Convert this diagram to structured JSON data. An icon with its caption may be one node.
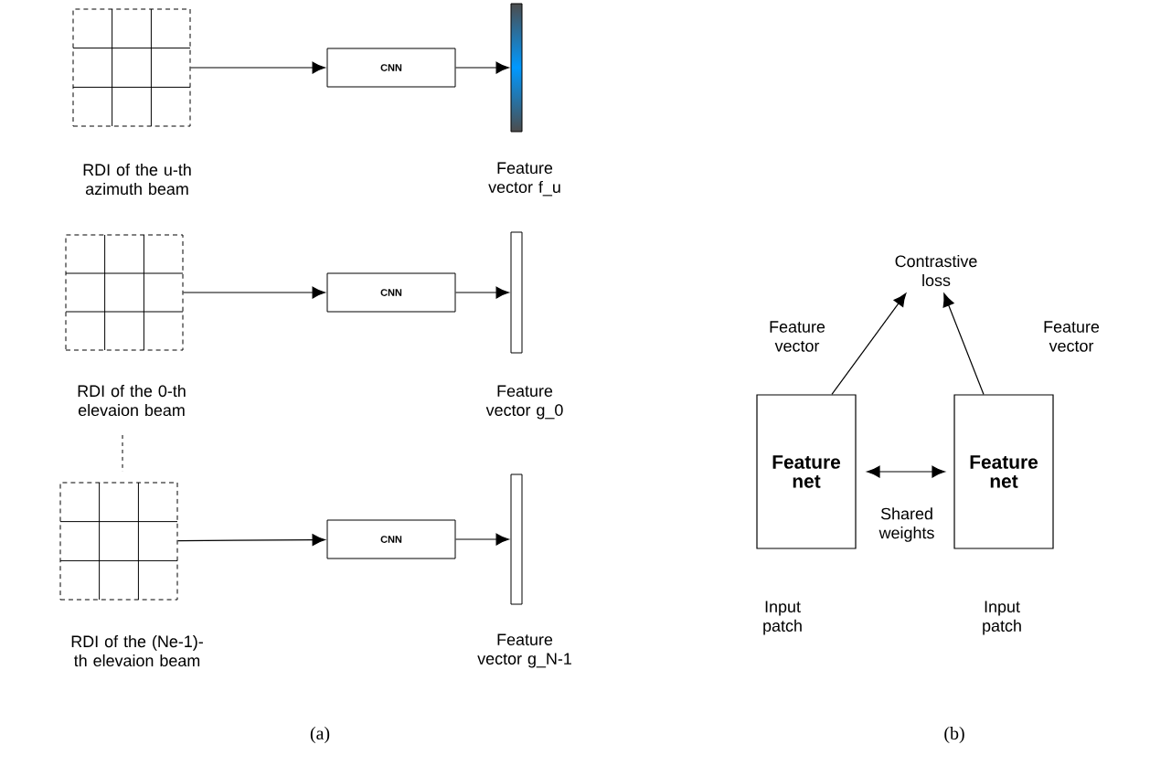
{
  "diagram": {
    "nodes": [
      {
        "text": [],
        "shape": "grid",
        "beside": [
          "RDI of the u-th azimuth beam"
        ]
      },
      {
        "text": [
          "CNN"
        ]
      },
      {
        "text": [],
        "shape": "bar",
        "beside": [
          "Feature vector f_u"
        ]
      },
      {
        "text": [],
        "shape": "grid",
        "beside": [
          "RDI of the 0-th elevaion beam"
        ]
      },
      {
        "text": [
          "CNN"
        ]
      },
      {
        "text": [],
        "shape": "bar",
        "beside": [
          "Feature vector g_0"
        ]
      },
      {
        "text": [],
        "shape": "grid",
        "beside": [
          "RDI of the (Ne-1)-th elevaion beam"
        ]
      },
      {
        "text": [
          "CNN"
        ]
      },
      {
        "text": [],
        "shape": "bar",
        "beside": [
          "Feature vector g_N-1"
        ]
      },
      {
        "text": [
          "Contrastive loss"
        ]
      },
      {
        "text": [
          "Feature net"
        ],
        "beside": [
          "Input patch"
        ]
      },
      {
        "text": [
          "Feature net"
        ],
        "beside": [
          "Input patch"
        ]
      }
    ],
    "edges": [
      {
        "from": 0,
        "to": 1,
        "arrow": "to"
      },
      {
        "from": 1,
        "to": 2,
        "arrow": "to"
      },
      {
        "from": 3,
        "to": 4,
        "arrow": "to"
      },
      {
        "from": 4,
        "to": 5,
        "arrow": "to"
      },
      {
        "from": 6,
        "to": 7,
        "arrow": "to"
      },
      {
        "from": 7,
        "to": 8,
        "arrow": "to"
      },
      {
        "from": 10,
        "to": 9,
        "label": "Feature vector",
        "arrow": "to"
      },
      {
        "from": 11,
        "to": 9,
        "label": "Feature vector",
        "arrow": "to"
      },
      {
        "from": 10,
        "to": 11,
        "label": "Shared weights",
        "arrow": "both"
      }
    ],
    "labels": [
      "(a)",
      "(b)"
    ]
  }
}
